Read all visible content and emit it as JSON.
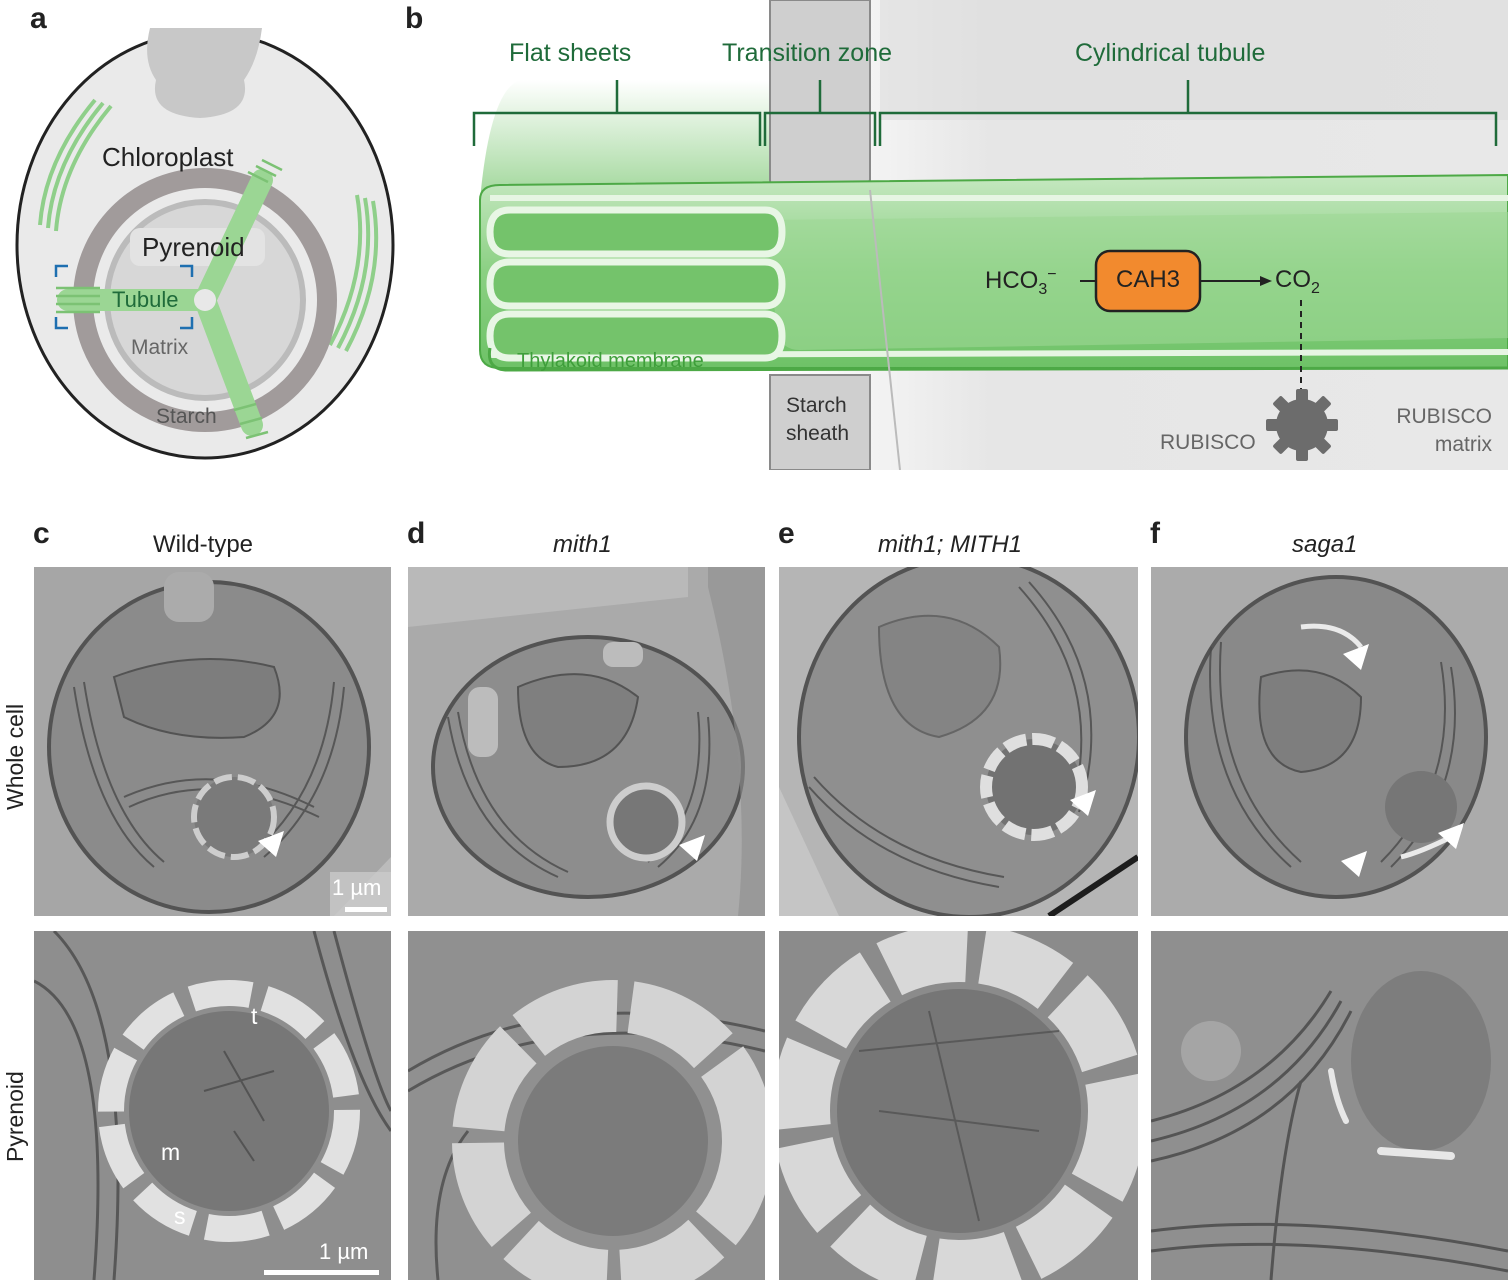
{
  "panels": {
    "a": {
      "letter": "a",
      "labels": {
        "chloroplast": "Chloroplast",
        "pyrenoid": "Pyrenoid",
        "tubule": "Tubule",
        "matrix": "Matrix",
        "starch": "Starch"
      }
    },
    "b": {
      "letter": "b",
      "labels": {
        "flat_sheets": "Flat sheets",
        "transition_zone": "Transition zone",
        "cylindrical_tubule": "Cylindrical tubule",
        "thylakoid_membrane": "Thylakoid membrane",
        "starch_sheath_1": "Starch",
        "starch_sheath_2": "sheath",
        "rubisco": "RUBISCO",
        "rubisco_matrix_1": "RUBISCO",
        "rubisco_matrix_2": "matrix",
        "hco3": "HCO",
        "hco3_sub": "3",
        "hco3_sup": "−",
        "cah3": "CAH3",
        "co2": "CO",
        "co2_sub": "2"
      },
      "colors": {
        "cah3": "#f28a2e",
        "green": "#5fba5a",
        "dark_green": "#1f6b3a"
      }
    },
    "c": {
      "letter": "c",
      "title": "Wild-type"
    },
    "d": {
      "letter": "d",
      "title": "mith1"
    },
    "e": {
      "letter": "e",
      "title": "mith1; MITH1"
    },
    "f": {
      "letter": "f",
      "title": "saga1"
    }
  },
  "rows": {
    "whole_cell": "Whole cell",
    "pyrenoid": "Pyrenoid"
  },
  "scale": {
    "top": "1 µm",
    "bottom": "1 µm"
  },
  "pyrenoid_labels": {
    "t": "t",
    "m": "m",
    "s": "s"
  }
}
